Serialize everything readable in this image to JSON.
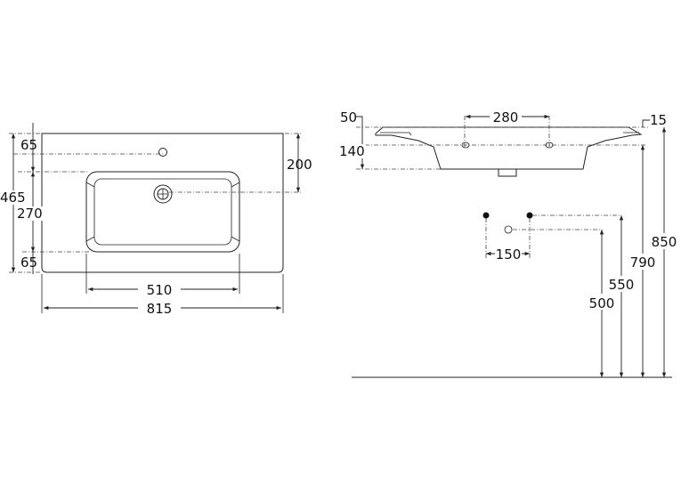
{
  "top_view": {
    "dims": {
      "top_65": "65",
      "depth_465": "465",
      "bowl_270": "270",
      "bottom_65": "65",
      "tap_200": "200",
      "bowl_510": "510",
      "width_815": "815"
    }
  },
  "side_view": {
    "dims": {
      "d_50": "50",
      "d_140": "140",
      "d_280": "280",
      "d_15": "15",
      "d_150": "150",
      "h_500": "500",
      "h_550": "550",
      "h_790": "790",
      "h_850": "850"
    }
  }
}
